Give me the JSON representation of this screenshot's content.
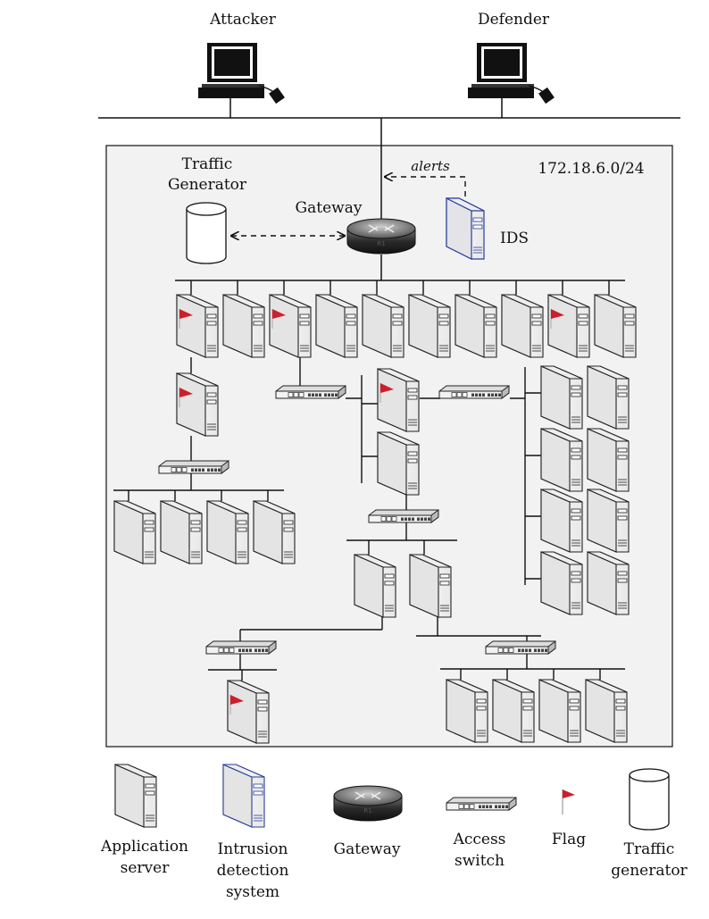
{
  "top": {
    "attacker_label": "Attacker",
    "defender_label": "Defender"
  },
  "network": {
    "subnet": "172.18.6.0/24",
    "traffic_generator_label": [
      "Traffic",
      "Generator"
    ],
    "gateway_label": "Gateway",
    "router_text": "R1",
    "ids_label": "IDS",
    "alerts_label": "alerts"
  },
  "legend": {
    "application_server": [
      "Application",
      "server"
    ],
    "ids": [
      "Intrusion",
      "detection",
      "system"
    ],
    "gateway": [
      "Gateway"
    ],
    "access_switch": [
      "Access",
      "switch"
    ],
    "flag": [
      "Flag"
    ],
    "traffic_generator": [
      "Traffic",
      "generator"
    ]
  },
  "colors": {
    "flag": "#cc1f2a",
    "ids_outline": "#2a3f9a",
    "panel_bg": "#f2f2f2",
    "router_dark": "#1a1a1a"
  },
  "icons": [
    "workstation-icon",
    "server-icon",
    "router-icon",
    "switch-icon",
    "flag-icon",
    "cylinder-icon"
  ]
}
